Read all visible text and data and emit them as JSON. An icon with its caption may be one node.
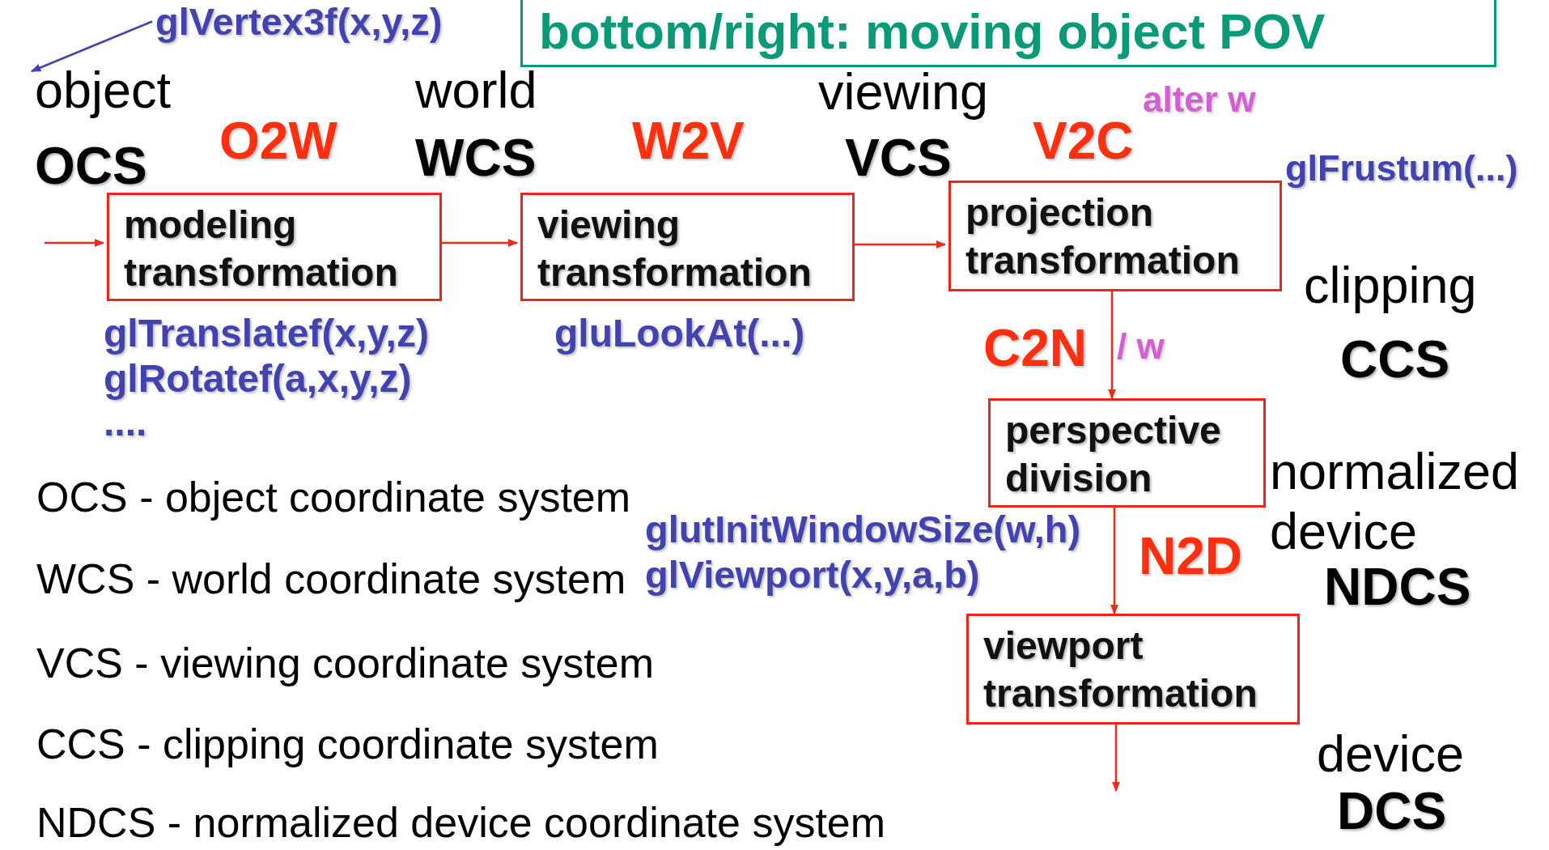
{
  "diagram": {
    "title": "bottom/right: moving object POV",
    "nodes": [
      {
        "text": [
          "glVertex3f(x,y,z)"
        ]
      },
      {
        "text": [
          "object"
        ]
      },
      {
        "text": [
          "modeling transformation"
        ]
      },
      {
        "text": [
          "viewing transformation"
        ]
      },
      {
        "text": [
          "projection transformation"
        ]
      },
      {
        "text": [
          "perspective division"
        ]
      },
      {
        "text": [
          "viewport transformation"
        ]
      }
    ],
    "edges": [
      {
        "from": 0,
        "to": 1,
        "arrow": "to",
        "color": "#4343b0"
      },
      {
        "from": null,
        "to": 2,
        "arrow": "to"
      },
      {
        "from": 2,
        "to": 3,
        "arrow": "to"
      },
      {
        "from": 3,
        "to": 4,
        "arrow": "to"
      },
      {
        "from": 4,
        "to": 5,
        "arrow": "to"
      },
      {
        "from": 5,
        "to": 6,
        "arrow": "to"
      },
      {
        "from": 6,
        "to": null,
        "arrow": "to"
      }
    ],
    "labels": [
      "world",
      "viewing",
      "alter w",
      "O2W",
      "W2V",
      "V2C",
      "OCS",
      "WCS",
      "VCS",
      "glFrustum(...)",
      "clipping",
      "glTranslatef(x,y,z)",
      "gluLookAt(...)",
      "C2N",
      "/ w",
      "CCS",
      "glRotatef(a,x,y,z)",
      "....",
      "normalized",
      "OCS - object coordinate system",
      "glutInitWindowSize(w,h)",
      "device",
      "WCS - world coordinate system",
      "glViewport(x,y,a,b)",
      "N2D",
      "NDCS",
      "VCS - viewing coordinate system",
      "CCS - clipping coordinate system",
      "device",
      "NDCS - normalized device coordinate system",
      "DCS"
    ]
  }
}
